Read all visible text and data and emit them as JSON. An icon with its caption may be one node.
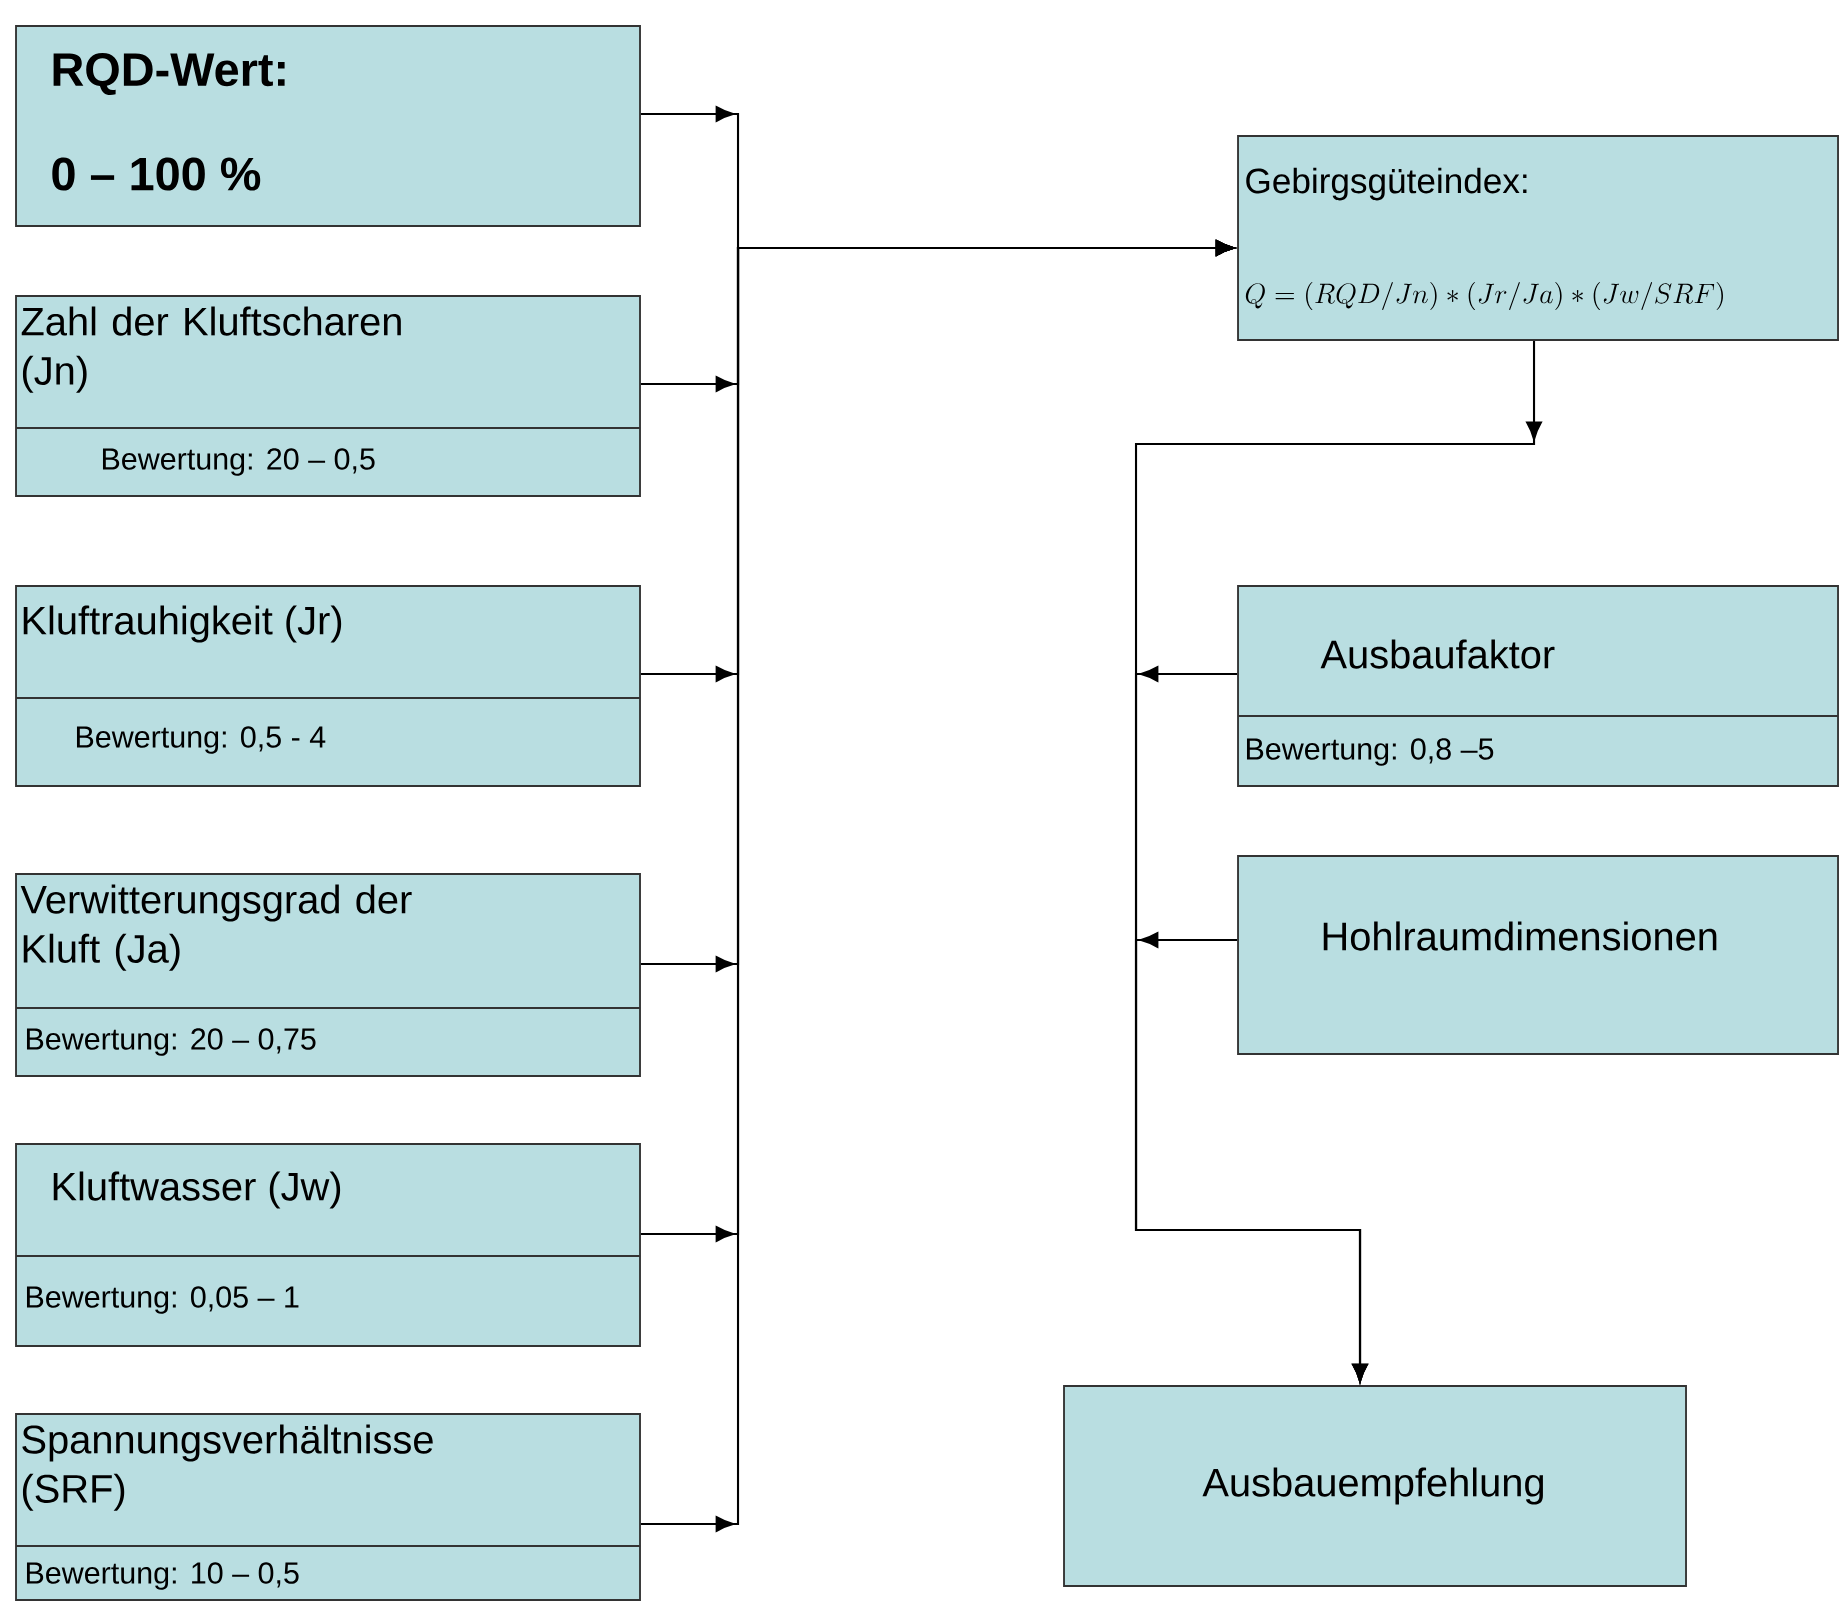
{
  "diagram": {
    "nodes": [
      {
        "text": [
          "RQD-Wert:",
          "0 – 100 %"
        ]
      },
      {
        "text": [
          "Zahl der Kluftscharen (Jn)",
          "Bewertung: 20 – 0,5"
        ]
      },
      {
        "text": [
          "Kluftrauhigkeit (Jr)",
          "Bewertung: 0,5 - 4"
        ]
      },
      {
        "text": [
          "Verwitterungsgrad der Kluft (Ja)",
          "Bewertung: 20 – 0,75"
        ]
      },
      {
        "text": [
          "Kluftwasser (Jw)",
          "Bewertung: 0,05 – 1"
        ]
      },
      {
        "text": [
          "Spannungsverhältnisse (SRF)",
          "Bewertung: 10 – 0,5"
        ]
      },
      {
        "text": [
          "Gebirgsgüteindex:",
          "Q=(RQD/Jn)*(Jr/Ja)*(Jw/SRF)"
        ]
      },
      {
        "text": [
          "Ausbaufaktor",
          "Bewertung: 0,8 –5"
        ]
      },
      {
        "text": [
          "Hohlraumdimensionen"
        ]
      },
      {
        "text": [
          "Ausbauempfehlung"
        ]
      }
    ],
    "edges": [
      {
        "from": 0,
        "to": 6,
        "arrow": "to"
      },
      {
        "from": 1,
        "to": 6,
        "arrow": "to"
      },
      {
        "from": 2,
        "to": 6,
        "arrow": "to"
      },
      {
        "from": 3,
        "to": 6,
        "arrow": "to"
      },
      {
        "from": 4,
        "to": 6,
        "arrow": "to"
      },
      {
        "from": 5,
        "to": 6,
        "arrow": "to"
      },
      {
        "from": 6,
        "to": 9,
        "arrow": "to"
      },
      {
        "from": 7,
        "to": 9,
        "arrow": "to"
      },
      {
        "from": 8,
        "to": 9,
        "arrow": "to"
      }
    ]
  }
}
